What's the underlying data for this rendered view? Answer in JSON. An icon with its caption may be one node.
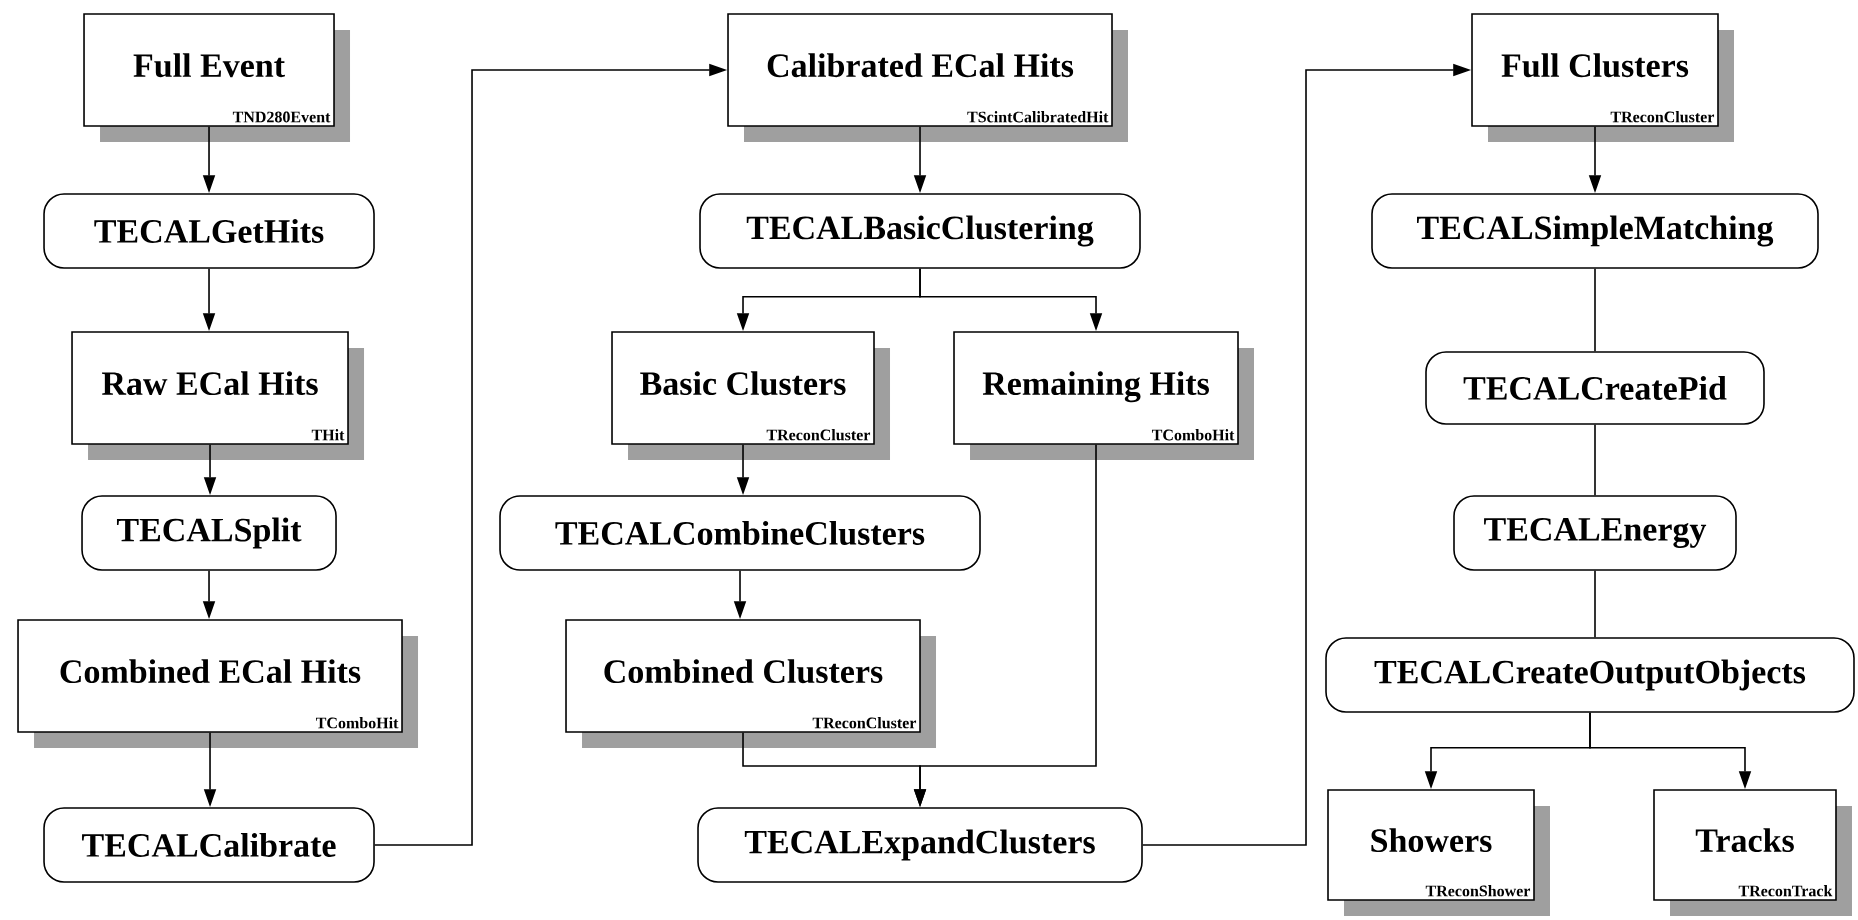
{
  "diagram": {
    "nodes": [
      {
        "text": [
          "Full Event",
          "TND280Event"
        ]
      },
      {
        "text": [
          "TECALGetHits"
        ]
      },
      {
        "text": [
          "Raw ECal Hits",
          "THit"
        ]
      },
      {
        "text": [
          "TECALSplit"
        ]
      },
      {
        "text": [
          "Combined ECal Hits",
          "TComboHit"
        ]
      },
      {
        "text": [
          "TECALCalibrate"
        ]
      },
      {
        "text": [
          "Calibrated ECal Hits",
          "TScintCalibratedHit"
        ]
      },
      {
        "text": [
          "TECALBasicClustering"
        ]
      },
      {
        "text": [
          "Basic Clusters",
          "TReconCluster"
        ]
      },
      {
        "text": [
          "Remaining Hits",
          "TComboHit"
        ]
      },
      {
        "text": [
          "TECALCombineClusters"
        ]
      },
      {
        "text": [
          "Combined Clusters",
          "TReconCluster"
        ]
      },
      {
        "text": [
          "TECALExpandClusters"
        ]
      },
      {
        "text": [
          "Full Clusters",
          "TReconCluster"
        ]
      },
      {
        "text": [
          "TECALSimpleMatching"
        ]
      },
      {
        "text": [
          "TECALCreatePid"
        ]
      },
      {
        "text": [
          "TECALEnergy"
        ]
      },
      {
        "text": [
          "TECALCreateOutputObjects"
        ]
      },
      {
        "text": [
          "Showers",
          "TReconShower"
        ]
      },
      {
        "text": [
          "Tracks",
          "TReconTrack"
        ]
      }
    ],
    "edges": [
      {
        "from": 0,
        "to": 1,
        "arrow": "to"
      },
      {
        "from": 1,
        "to": 2,
        "arrow": "to"
      },
      {
        "from": 2,
        "to": 3,
        "arrow": "to"
      },
      {
        "from": 3,
        "to": 4,
        "arrow": "to"
      },
      {
        "from": 4,
        "to": 5,
        "arrow": "to"
      },
      {
        "from": 5,
        "to": 6,
        "arrow": "to"
      },
      {
        "from": 6,
        "to": 7,
        "arrow": "to"
      },
      {
        "from": 7,
        "to": 8,
        "arrow": "to"
      },
      {
        "from": 7,
        "to": 9,
        "arrow": "to"
      },
      {
        "from": 8,
        "to": 10,
        "arrow": "to"
      },
      {
        "from": 10,
        "to": 11,
        "arrow": "to"
      },
      {
        "from": 11,
        "to": 12,
        "arrow": "to"
      },
      {
        "from": 9,
        "to": 12,
        "arrow": "to"
      },
      {
        "from": 12,
        "to": 13,
        "arrow": "to"
      },
      {
        "from": 13,
        "to": 14,
        "arrow": "to"
      },
      {
        "from": 14,
        "to": 15,
        "arrow": "none"
      },
      {
        "from": 15,
        "to": 16,
        "arrow": "none"
      },
      {
        "from": 16,
        "to": 17,
        "arrow": "none"
      },
      {
        "from": 17,
        "to": 18,
        "arrow": "to"
      },
      {
        "from": 17,
        "to": 19,
        "arrow": "to"
      }
    ]
  }
}
